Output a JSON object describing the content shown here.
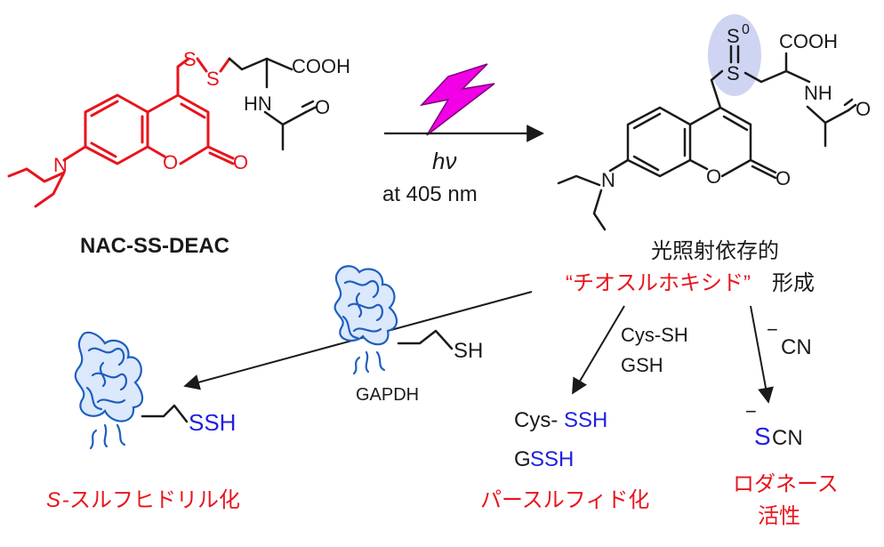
{
  "colors": {
    "red": "#e8141c",
    "blue": "#1f1fe0",
    "black": "#1a1a1a",
    "magenta": "#f200e6",
    "protein_blue": "#1e5fbf",
    "highlight": "#cfd4f2"
  },
  "reactant": {
    "name": "NAC-SS-DEAC",
    "sulfur_1": "S",
    "sulfur_2": "S",
    "cooh": "COOH",
    "nh": "HN",
    "ring_oxygen": "O",
    "carbonyl_oxygen": "O",
    "amide_oxygen": "O",
    "amine_n": "N"
  },
  "reaction_arrow": {
    "hv": "hν",
    "wavelength": "at 405 nm"
  },
  "product": {
    "sulfur": "S",
    "sulfur_top": "S",
    "charge": "0",
    "cooh": "COOH",
    "nh": "NH",
    "ring_oxygen": "O",
    "carbonyl_oxygen": "O",
    "amide_oxygen": "O",
    "amine_n": "N"
  },
  "product_label": {
    "line1": "光照射依存的",
    "quoted": "“チオスルホキシド”",
    "suffix": "形成"
  },
  "gapdh": {
    "label": "GAPDH",
    "sh": "SH"
  },
  "path_left": {
    "ssh": "SSH",
    "label_italic": "S",
    "label_rest": "-スルフヒドリル化"
  },
  "path_middle": {
    "reagent1": "Cys-SH",
    "reagent2": "GSH",
    "prod1_prefix": "Cys-",
    "prod1_ssh": "SSH",
    "prod2_prefix": "G",
    "prod2_ssh": "SSH",
    "label": "パースルフィド化"
  },
  "path_right": {
    "cn_charge": "−",
    "cn": "CN",
    "scn_charge": "−",
    "scn_s": "S",
    "scn_rest": "CN",
    "label1": "ロダネース",
    "label2": "活性"
  }
}
